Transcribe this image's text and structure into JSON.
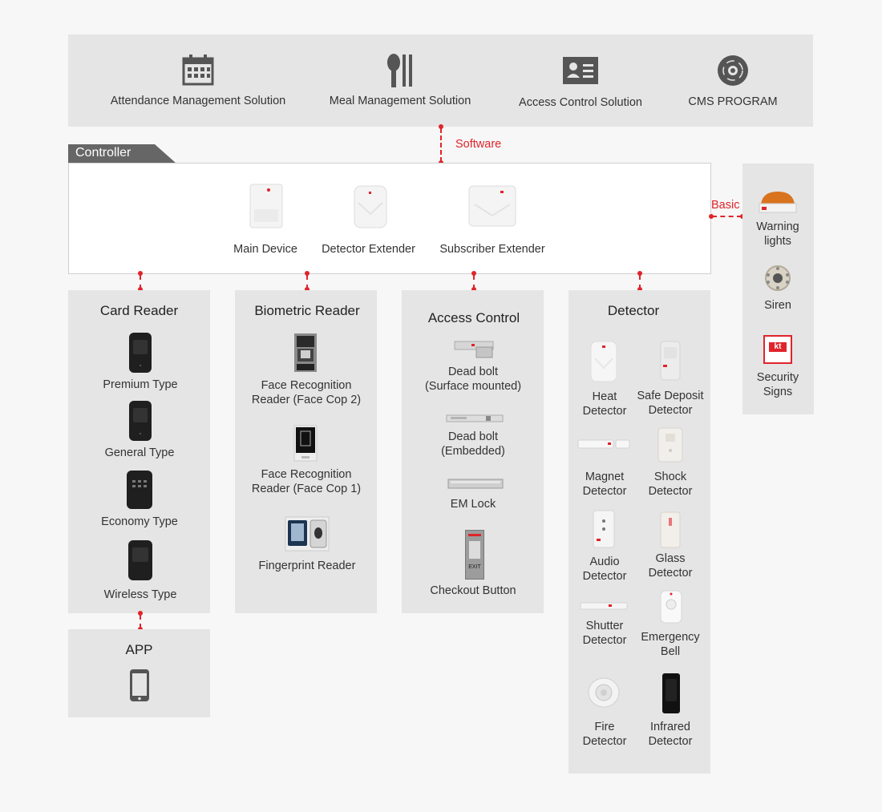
{
  "software": {
    "label": "Software",
    "items": [
      {
        "label": "Attendance Management Solution",
        "icon": "calendar-icon"
      },
      {
        "label": "Meal Management Solution",
        "icon": "cutlery-icon"
      },
      {
        "label": "Access Control Solution",
        "icon": "id-card-icon"
      },
      {
        "label": "CMS PROGRAM",
        "icon": "disc-icon"
      }
    ]
  },
  "controller": {
    "title": "Controller",
    "items": [
      "Main Device",
      "Detector Extender",
      "Subscriber Extender"
    ]
  },
  "basic": {
    "label": "Basic",
    "items": [
      {
        "line1": "Warning",
        "line2": "lights"
      },
      {
        "line1": "Siren",
        "line2": ""
      },
      {
        "line1": "Security",
        "line2": "Signs"
      }
    ],
    "sign_text": "kt"
  },
  "card_reader": {
    "title": "Card Reader",
    "items": [
      "Premium Type",
      "General Type",
      "Economy Type",
      "Wireless Type"
    ]
  },
  "biometric": {
    "title": "Biometric Reader",
    "items": [
      {
        "line1": "Face Recognition",
        "line2": "Reader (Face Cop 2)"
      },
      {
        "line1": "Face Recognition",
        "line2": "Reader (Face Cop 1)"
      },
      {
        "line1": "Fingerprint Reader",
        "line2": ""
      }
    ]
  },
  "access_control": {
    "title": "Access Control",
    "items": [
      {
        "line1": "Dead bolt",
        "line2": "(Surface mounted)"
      },
      {
        "line1": "Dead bolt",
        "line2": "(Embedded)"
      },
      {
        "line1": "EM Lock",
        "line2": ""
      },
      {
        "line1": "Checkout Button",
        "line2": ""
      }
    ],
    "exit_text": "EXIT"
  },
  "detector": {
    "title": "Detector",
    "items": [
      {
        "line1": "Heat",
        "line2": "Detector"
      },
      {
        "line1": "Safe Deposit",
        "line2": "Detector"
      },
      {
        "line1": "Magnet",
        "line2": "Detector"
      },
      {
        "line1": "Shock",
        "line2": "Detector"
      },
      {
        "line1": "Audio",
        "line2": "Detector"
      },
      {
        "line1": "Glass",
        "line2": "Detector"
      },
      {
        "line1": "Shutter",
        "line2": "Detector"
      },
      {
        "line1": "Emergency",
        "line2": "Bell"
      },
      {
        "line1": "Fire",
        "line2": "Detector"
      },
      {
        "line1": "Infrared",
        "line2": "Detector"
      }
    ]
  },
  "app": {
    "title": "APP",
    "icon": "smartphone-icon"
  },
  "colors": {
    "accent": "#e0242b",
    "panel": "#e5e5e5",
    "icon": "#555555",
    "tab": "#666666"
  }
}
